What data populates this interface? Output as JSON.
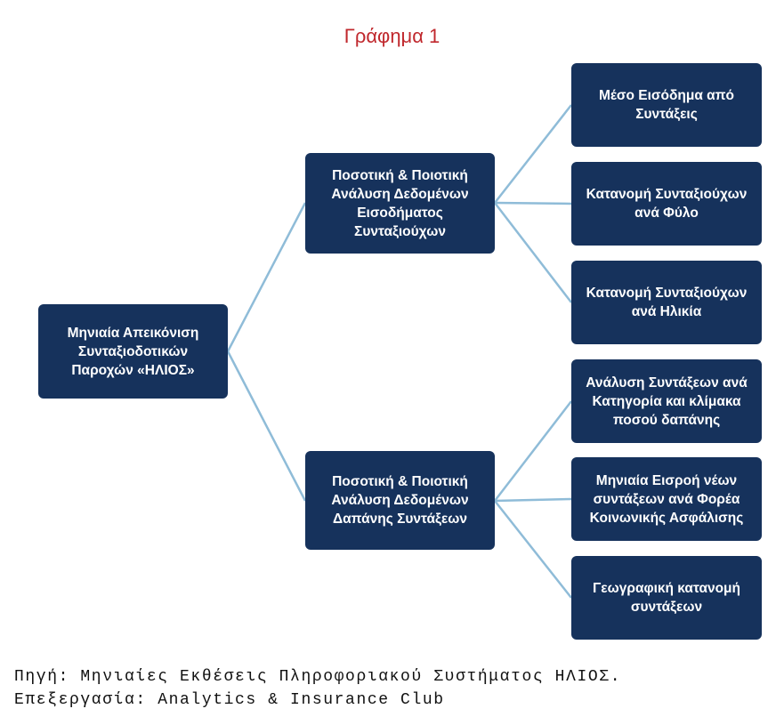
{
  "title": "Γράφημα 1",
  "colors": {
    "node_fill": "#16325c",
    "connector": "#8fbcd8",
    "title": "#c0282d"
  },
  "nodes": {
    "root": {
      "lines": [
        "Μηνιαία Απεικόνιση",
        "Συνταξιοδοτικών",
        "Παροχών «ΗΛΙΟΣ»"
      ]
    },
    "income": {
      "lines": [
        "Ποσοτική & Ποιοτική",
        "Ανάλυση Δεδομένων",
        "Εισοδήματος",
        "Συνταξιούχων"
      ]
    },
    "expense": {
      "lines": [
        "Ποσοτική & Ποιοτική",
        "Ανάλυση Δεδομένων",
        "Δαπάνης Συντάξεων"
      ]
    },
    "avg_income": {
      "lines": [
        "Μέσο Εισόδημα από",
        "Συντάξεις"
      ]
    },
    "by_gender": {
      "lines": [
        "Κατανομή Συνταξιούχων",
        "ανά Φύλο"
      ]
    },
    "by_age": {
      "lines": [
        "Κατανομή Συνταξιούχων",
        "ανά Ηλικία"
      ]
    },
    "by_category": {
      "lines": [
        "Ανάλυση Συντάξεων ανά",
        "Κατηγορία και κλίμακα",
        "ποσού δαπάνης"
      ]
    },
    "new_inflow": {
      "lines": [
        "Μηνιαία Εισροή νέων",
        "συντάξεων ανά Φορέα",
        "Κοινωνικής Ασφάλισης"
      ]
    },
    "geographic": {
      "lines": [
        "Γεωγραφική κατανομή",
        "συντάξεων"
      ]
    }
  },
  "footer": {
    "line1": "Πηγή: Μηνιαίες Εκθέσεις Πληροφοριακού Συστήματος ΗΛΙΟΣ.",
    "line2": "Επεξεργασία: Analytics & Insurance Club"
  }
}
